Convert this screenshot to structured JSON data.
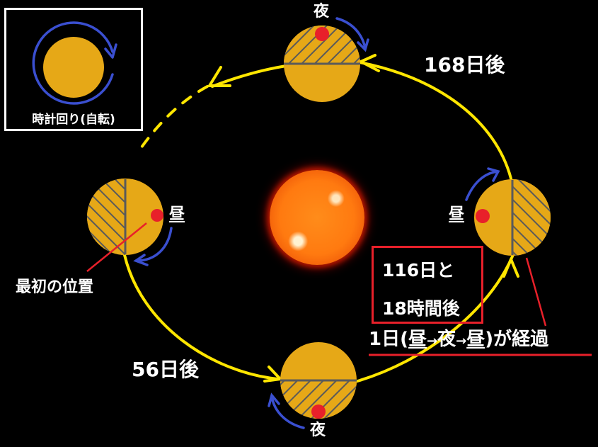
{
  "legend": {
    "caption": "時計回り(自転)",
    "icon": "clockwise-rotation-icon"
  },
  "planet_positions": [
    {
      "id": "initial",
      "label": "昼",
      "position": "left",
      "lit_side": "right"
    },
    {
      "id": "56-days",
      "label": "夜",
      "position": "bottom",
      "lit_side": "top"
    },
    {
      "id": "116-days-18-hours",
      "label": "昼",
      "position": "right",
      "lit_side": "left"
    },
    {
      "id": "168-days",
      "label": "夜",
      "position": "top",
      "lit_side": "bottom"
    }
  ],
  "labels": {
    "initial_position": "最初の位置",
    "day_left": "昼",
    "night_bottom": "夜",
    "day_right": "昼",
    "night_top": "夜",
    "after_56": "56日後",
    "after_168": "168日後",
    "info_line1": "116日と",
    "info_line2": "18時間後",
    "summary": {
      "prefix": "1日(",
      "day1": "昼",
      "arrow1": "→",
      "night": "夜",
      "arrow2": "→",
      "day2": "昼",
      "suffix": ")が経過"
    }
  },
  "colors": {
    "background": "#000000",
    "planet": "#e6a817",
    "shadow_hatch": "#5a5a5a",
    "orbit": "#ffe600",
    "rotation_arrow": "#3a4fd0",
    "marker": "#e8202a",
    "highlight": "#e8202a",
    "text": "#ffffff"
  }
}
